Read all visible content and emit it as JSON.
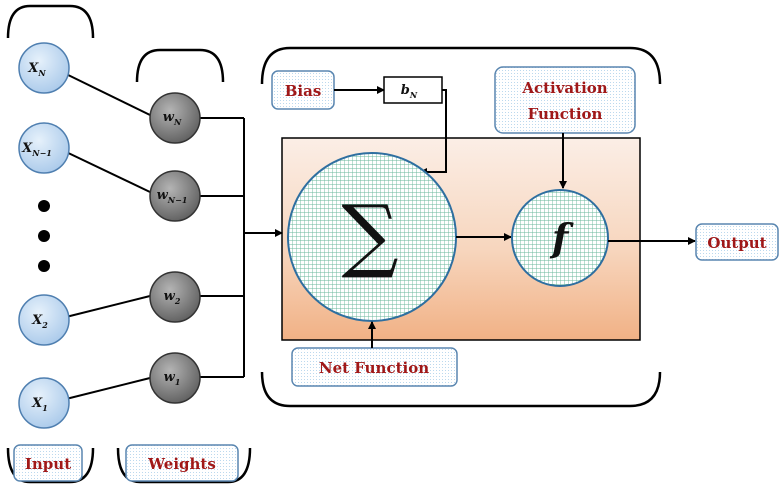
{
  "inputs": [
    {
      "base": "X",
      "sub": "N"
    },
    {
      "base": "X",
      "sub": "N−1"
    },
    {
      "base": "X",
      "sub": "2"
    },
    {
      "base": "X",
      "sub": "1"
    }
  ],
  "weights": [
    {
      "base": "w",
      "sub": "N"
    },
    {
      "base": "w",
      "sub": "N−1"
    },
    {
      "base": "w",
      "sub": "2"
    },
    {
      "base": "w",
      "sub": "1"
    }
  ],
  "labels": {
    "input": "Input",
    "weights": "Weights",
    "bias": "Bias",
    "bias_value": {
      "base": "b",
      "sub": "N"
    },
    "activation_line1": "Activation",
    "activation_line2": "Function",
    "net_function": "Net Function",
    "output": "Output",
    "sum_symbol": "∑",
    "activation_symbol": "f"
  },
  "colors": {
    "label_text": "#a01818",
    "label_border": "#5a86b0",
    "input_node": "#bcd6ef",
    "weight_node": "#7f7f7f",
    "panel_top": "#f6e4d8",
    "panel_bottom": "#f3b98f",
    "grid_green": "#5fb59a"
  },
  "icons": [
    "ellipsis-dots"
  ]
}
